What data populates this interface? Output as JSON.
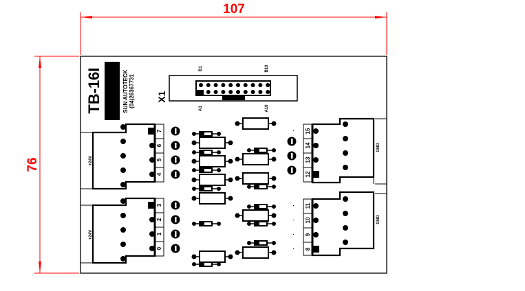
{
  "drawing": {
    "width_dimension": "107",
    "height_dimension": "76",
    "dimension_color": "#ff0000",
    "line_color": "#000000"
  },
  "board": {
    "model": "TB-16I",
    "maker": "SUN AUTOTECK",
    "phone": "(04)26367731"
  },
  "header_x1": {
    "label": "X1",
    "pin_labels": {
      "b1": "B1",
      "b10": "B10",
      "a1": "A1",
      "a10": "A10"
    }
  },
  "left_connectors": [
    {
      "voltage": "+24V",
      "pins": [
        "7",
        "6",
        "5",
        "4"
      ]
    },
    {
      "voltage": "+24V",
      "pins": [
        "3",
        "2",
        "1",
        "0"
      ]
    }
  ],
  "right_connectors": [
    {
      "label": "GND",
      "pins": [
        "15",
        "14",
        "13",
        "12"
      ]
    },
    {
      "label": "GND",
      "pins": [
        "11",
        "10",
        "9",
        "8"
      ]
    }
  ]
}
